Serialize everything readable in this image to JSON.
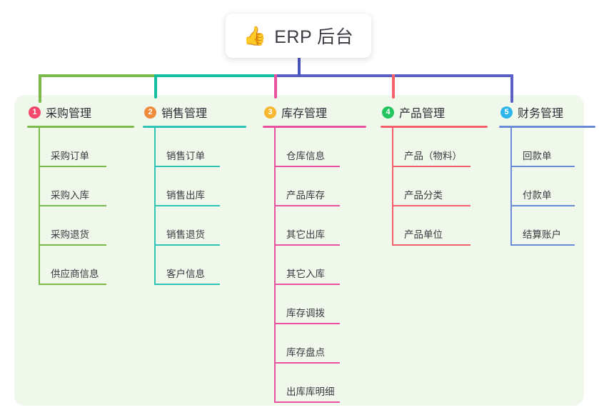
{
  "title": {
    "icon": "thumbs-up-icon",
    "icon_glyph": "👍",
    "text": "ERP 后台"
  },
  "palette": {
    "panel_bg": "#eff8ea",
    "stem_main": "#4a55bd",
    "bus_left": "#7cba4c",
    "bus_mid": "#13bfa0",
    "bus_right": "#5b61c4"
  },
  "columns": [
    {
      "index": "1",
      "title": "采购管理",
      "badge_color": "#f2486b",
      "line_color": "#7cba4c",
      "items": [
        "采购订单",
        "采购入库",
        "采购退货",
        "供应商信息"
      ]
    },
    {
      "index": "2",
      "title": "销售管理",
      "badge_color": "#f08a3c",
      "line_color": "#2ec4b6",
      "items": [
        "销售订单",
        "销售出库",
        "销售退货",
        "客户信息"
      ]
    },
    {
      "index": "3",
      "title": "库存管理",
      "badge_color": "#f7b731",
      "line_color": "#e8529e",
      "items": [
        "仓库信息",
        "产品库存",
        "其它出库",
        "其它入库",
        "库存调拨",
        "库存盘点",
        "出库库明细"
      ]
    },
    {
      "index": "4",
      "title": "产品管理",
      "badge_color": "#22c55e",
      "line_color": "#f4616b",
      "items": [
        "产品（物料）",
        "产品分类",
        "产品单位"
      ]
    },
    {
      "index": "5",
      "title": "财务管理",
      "badge_color": "#2eb6ea",
      "line_color": "#6a8bd6",
      "items": [
        "回款单",
        "付款单",
        "结算账户"
      ]
    }
  ]
}
